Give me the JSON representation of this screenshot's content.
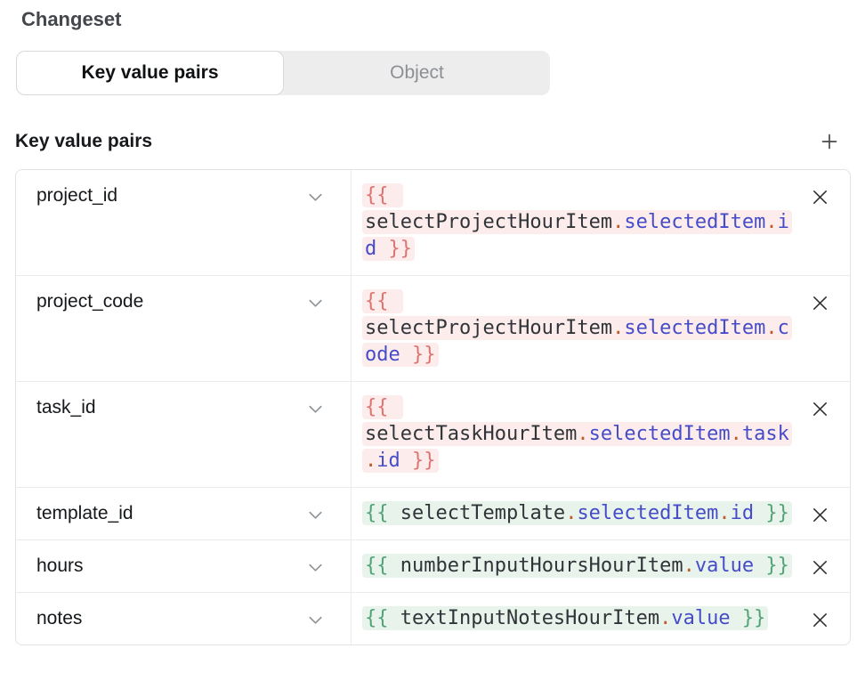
{
  "page": {
    "title": "Changeset"
  },
  "toggle": {
    "options": [
      {
        "label": "Key value pairs",
        "selected": true
      },
      {
        "label": "Object",
        "selected": false
      }
    ]
  },
  "section": {
    "title": "Key value pairs"
  },
  "icons": {
    "add": "plus-icon",
    "row_expand": "chevron-down-icon",
    "row_remove": "x-icon"
  },
  "colors": {
    "error_bg": "#fcedec",
    "error_brace": "#de7370",
    "valid_bg": "#e8f3ec",
    "valid_brace": "#52a376",
    "identifier": "#303438",
    "dot": "#bf5b2b",
    "property": "#464cc8"
  },
  "rows": [
    {
      "key": "project_id",
      "state": "error",
      "expression": "{{ selectProjectHourItem.selectedItem.id }}",
      "tokens": [
        [
          "brace",
          "{{ "
        ],
        [
          "ident",
          "selectProjectHourItem"
        ],
        [
          "punct",
          "."
        ],
        [
          "prop",
          "selectedItem"
        ],
        [
          "punct",
          "."
        ],
        [
          "prop",
          "id"
        ],
        [
          "brace",
          " }}"
        ]
      ]
    },
    {
      "key": "project_code",
      "state": "error",
      "expression": "{{ selectProjectHourItem.selectedItem.code }}",
      "tokens": [
        [
          "brace",
          "{{ "
        ],
        [
          "ident",
          "selectProjectHourItem"
        ],
        [
          "punct",
          "."
        ],
        [
          "prop",
          "selectedItem"
        ],
        [
          "punct",
          "."
        ],
        [
          "prop",
          "code"
        ],
        [
          "brace",
          " }}"
        ]
      ]
    },
    {
      "key": "task_id",
      "state": "error",
      "expression": "{{ selectTaskHourItem.selectedItem.task.id }}",
      "tokens": [
        [
          "brace",
          "{{ "
        ],
        [
          "ident",
          "selectTaskHourItem"
        ],
        [
          "punct",
          "."
        ],
        [
          "prop",
          "selectedItem"
        ],
        [
          "punct",
          "."
        ],
        [
          "prop",
          "task"
        ],
        [
          "punct",
          "."
        ],
        [
          "prop",
          "id"
        ],
        [
          "brace",
          " }}"
        ]
      ]
    },
    {
      "key": "template_id",
      "state": "valid",
      "expression": "{{ selectTemplate.selectedItem.id }}",
      "tokens": [
        [
          "brace",
          "{{ "
        ],
        [
          "ident",
          "selectTemplate"
        ],
        [
          "punct",
          "."
        ],
        [
          "prop",
          "selectedItem"
        ],
        [
          "punct",
          "."
        ],
        [
          "prop",
          "id"
        ],
        [
          "brace",
          " }}"
        ]
      ]
    },
    {
      "key": "hours",
      "state": "valid",
      "expression": "{{ numberInputHoursHourItem.value }}",
      "tokens": [
        [
          "brace",
          "{{ "
        ],
        [
          "ident",
          "numberInputHoursHourItem"
        ],
        [
          "punct",
          "."
        ],
        [
          "prop",
          "value"
        ],
        [
          "brace",
          " }}"
        ]
      ]
    },
    {
      "key": "notes",
      "state": "valid",
      "expression": "{{ textInputNotesHourItem.value }}",
      "tokens": [
        [
          "brace",
          "{{ "
        ],
        [
          "ident",
          "textInputNotesHourItem"
        ],
        [
          "punct",
          "."
        ],
        [
          "prop",
          "value"
        ],
        [
          "brace",
          " }}"
        ]
      ]
    }
  ]
}
